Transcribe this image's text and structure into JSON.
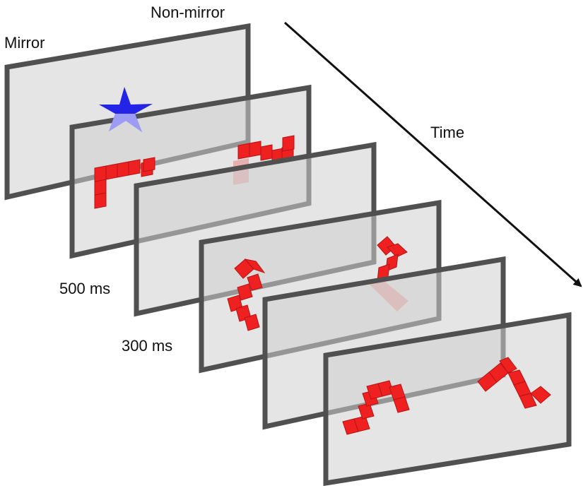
{
  "labels": {
    "mirror": "Mirror",
    "non_mirror": "Non-mirror",
    "time": "Time",
    "duration_500": "500 ms",
    "duration_300": "300 ms"
  },
  "colors": {
    "frame_border": "#505050",
    "frame_fill": "#cfcfcf",
    "shape_red": "#ee2020",
    "star_blue": "#2424e6",
    "arrow": "#111111"
  },
  "panels": [
    {
      "name": "panel-1-fixation",
      "content": "star-icon"
    },
    {
      "name": "panel-2-study-pair",
      "content": "shape-pair"
    },
    {
      "name": "panel-3-blank",
      "content": "blank"
    },
    {
      "name": "panel-4-probe",
      "content": "shape-pair"
    },
    {
      "name": "panel-5-blank",
      "content": "blank"
    },
    {
      "name": "panel-6-probe",
      "content": "shape-pair"
    }
  ]
}
